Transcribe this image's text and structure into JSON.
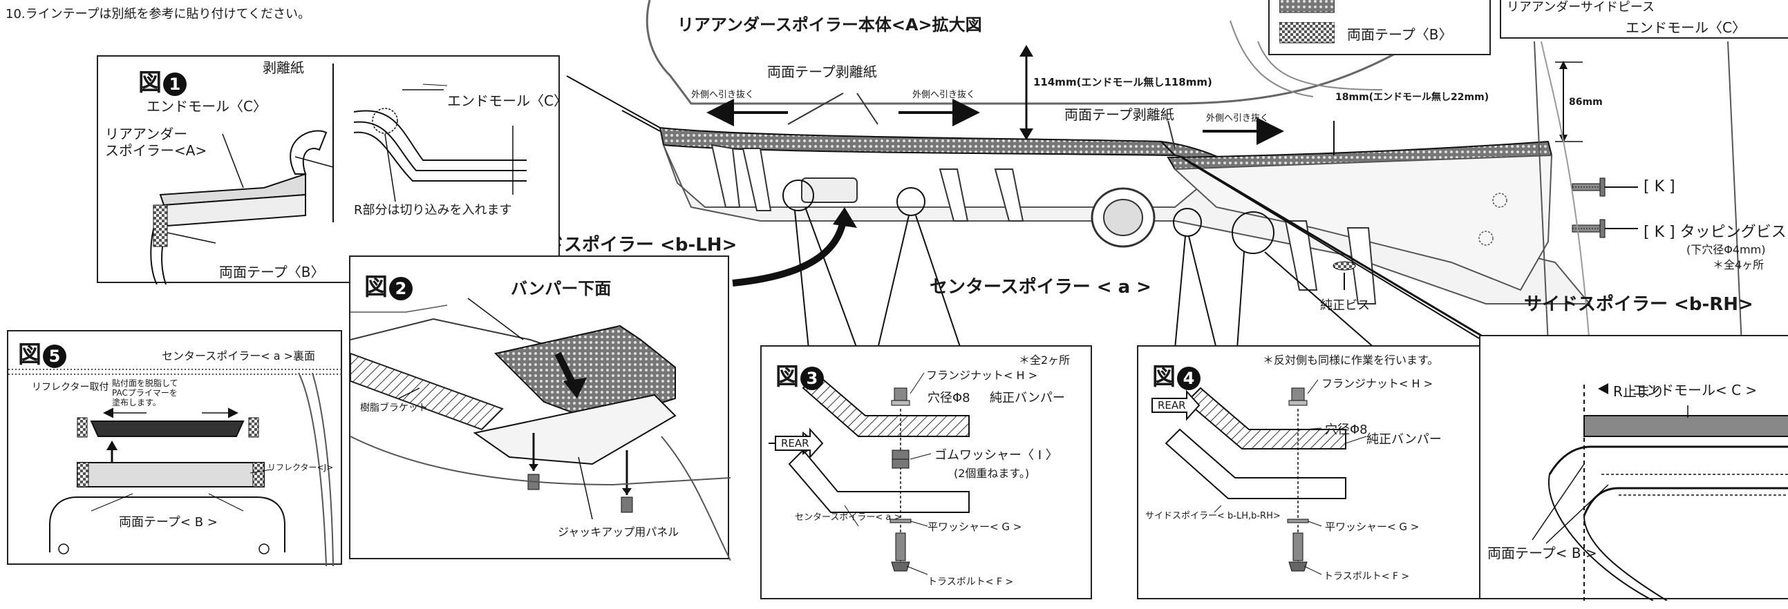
{
  "notes": {
    "note10": "10.ラインテープは別紙を参考に貼り付けてください。"
  },
  "main": {
    "title": "リアアンダースポイラー本体<A>拡大図",
    "release_paper_a": "両面テープ剥離紙",
    "release_paper_b": "両面テープ剥離紙",
    "pull_outward_left": "外側へ引き抜く",
    "pull_outward_right": "外側へ引き抜く",
    "pull_outward_far": "外側へ引き抜く",
    "dim_114": "114mm(エンドモール無し118mm)",
    "dim_18": "18mm(エンドモール無し22mm)",
    "dim_86": "86mm",
    "side_spoiler_lh": "サイドスポイラー <b-LH>",
    "center_spoiler": "センタースポイラー < a >",
    "genuine_screw": "純正ビス",
    "side_spoiler_rh": "サイドスポイラー <b-RH>",
    "k_label": "[ K ]",
    "k_tapping": "[ K ] タッピングビス",
    "k_hole": "(下穴径Φ4mm)",
    "k_count": "＊全4ヶ所"
  },
  "legend": {
    "double_tape": "両面テープ〈B〉"
  },
  "top_right": {
    "side_piece": "リアアンダーサイドピース",
    "end_mold": "エンドモール〈C〉"
  },
  "fig1": {
    "title": "図",
    "num": "1",
    "release_paper": "剥離紙",
    "end_mold": "エンドモール〈C〉",
    "rear_under_spoiler_1": "リアアンダー",
    "rear_under_spoiler_2": "スポイラー<A>",
    "double_tape": "両面テープ〈B〉",
    "end_mold_right": "エンドモール〈C〉",
    "r_cut_note": "R部分は切り込みを入れます"
  },
  "fig2": {
    "title": "図",
    "num": "2",
    "bumper_underside": "バンパー下面",
    "resin_bracket": "樹脂ブラケット",
    "jackup_panel": "ジャッキアップ用パネル"
  },
  "fig3": {
    "title": "図",
    "num": "3",
    "count": "＊全2ヶ所",
    "flange_nut": "フランジナット< H >",
    "hole": "穴径Φ8",
    "genuine_bumper": "純正バンパー",
    "rear": "REAR",
    "rubber_washer": "ゴムワッシャー〈 I 〉",
    "two_layers": "(2個重ねます。)",
    "center_spoiler": "センタースポイラー< a >",
    "flat_washer": "平ワッシャー< G >",
    "truss_bolt": "トラスボルト< F >"
  },
  "fig4": {
    "title": "図",
    "num": "4",
    "note": "＊反対側も同様に作業を行います。",
    "flange_nut": "フランジナット< H >",
    "hole": "穴径Φ8",
    "genuine_bumper": "純正バンパー",
    "rear": "REAR",
    "side_spoiler": "サイドスポイラー< b-LH,b-RH>",
    "flat_washer": "平ワッシャー< G >",
    "truss_bolt": "トラスボルト< F >"
  },
  "fig5": {
    "title": "図",
    "num": "5",
    "center_back": "センタースポイラー< a >裏面",
    "reflector_mount": "リフレクター取付",
    "primer_1": "貼付面を脱脂して",
    "primer_2": "PACプライマーを",
    "primer_3": "塗布します。",
    "reflector": "リフレクター<J>",
    "double_tape": "両面テープ< B >"
  },
  "fig6": {
    "end_mold": "エンドモール< C >",
    "r_stop": "R止まり",
    "double_tape": "両面テープ< B >"
  }
}
